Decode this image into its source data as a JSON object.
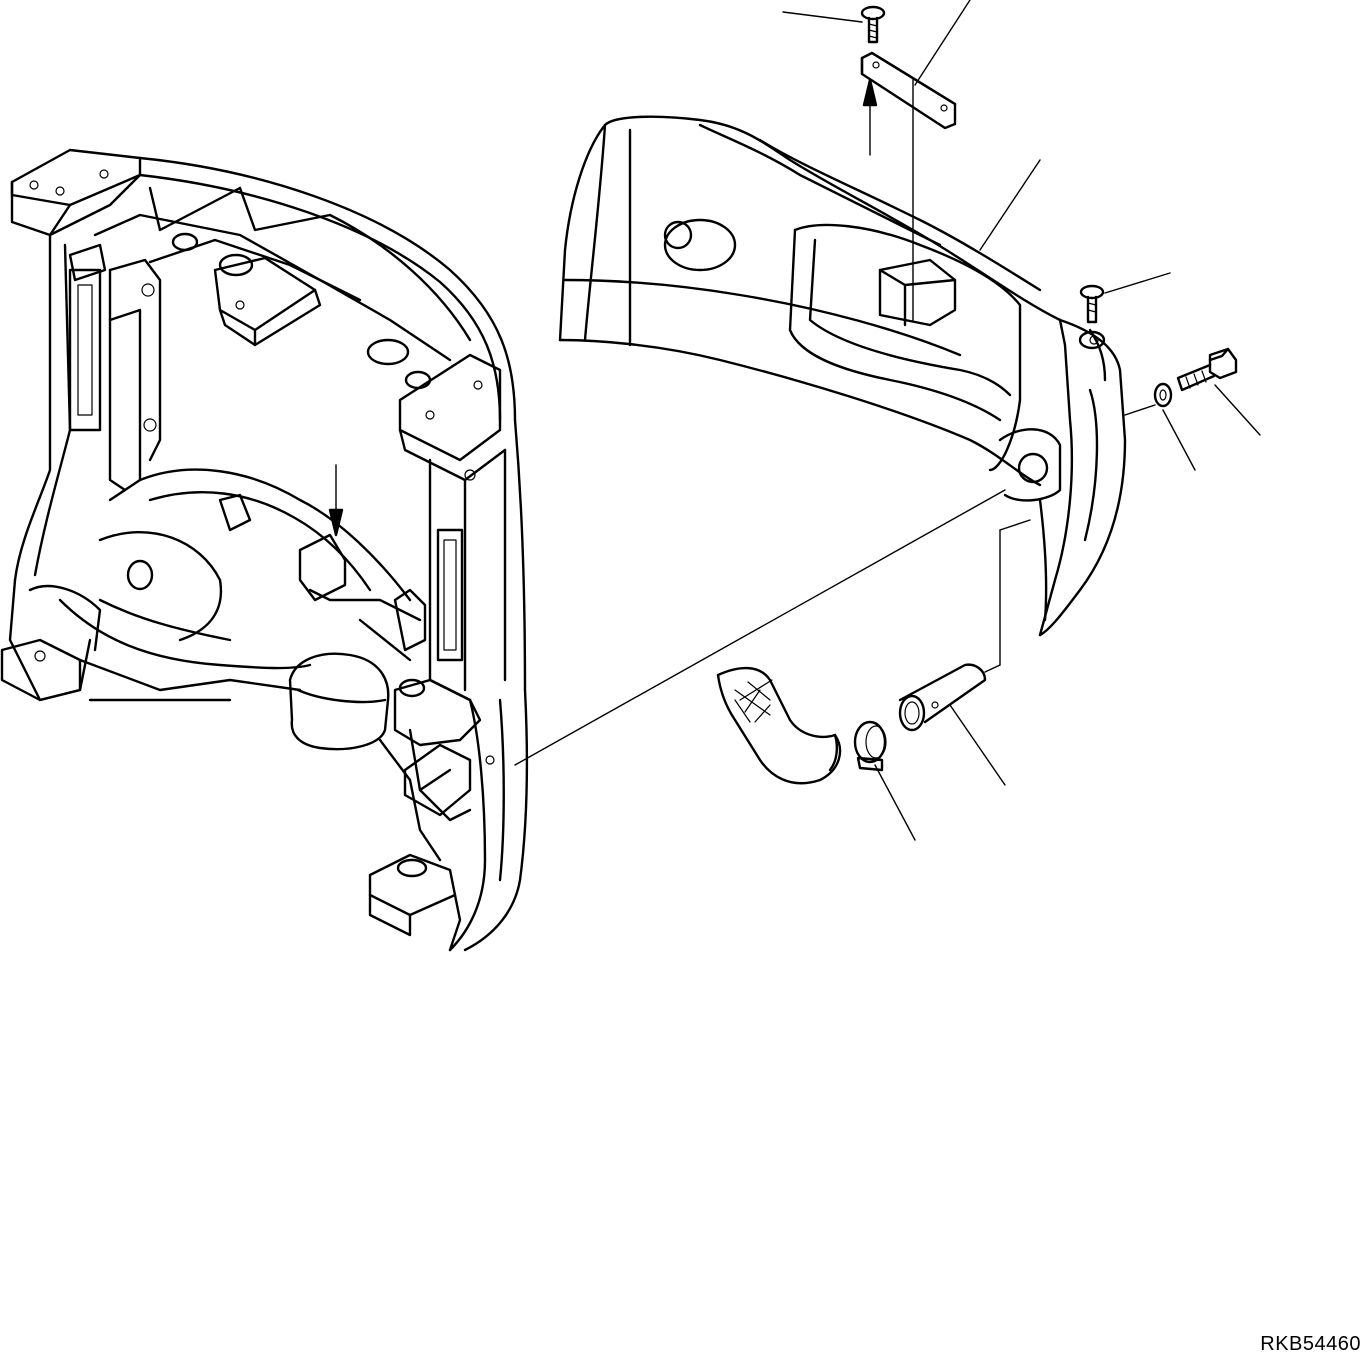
{
  "drawing": {
    "id_label": "RKB54460"
  },
  "colors": {
    "ink": "#000000",
    "paper": "#ffffff"
  },
  "parts": [
    {
      "name": "frame-assembly"
    },
    {
      "name": "fender-cover"
    },
    {
      "name": "cover-plate"
    },
    {
      "name": "upper-screw"
    },
    {
      "name": "side-screw"
    },
    {
      "name": "bolt"
    },
    {
      "name": "washer"
    },
    {
      "name": "hose"
    },
    {
      "name": "hose-clamp"
    },
    {
      "name": "pipe-fitting"
    }
  ]
}
